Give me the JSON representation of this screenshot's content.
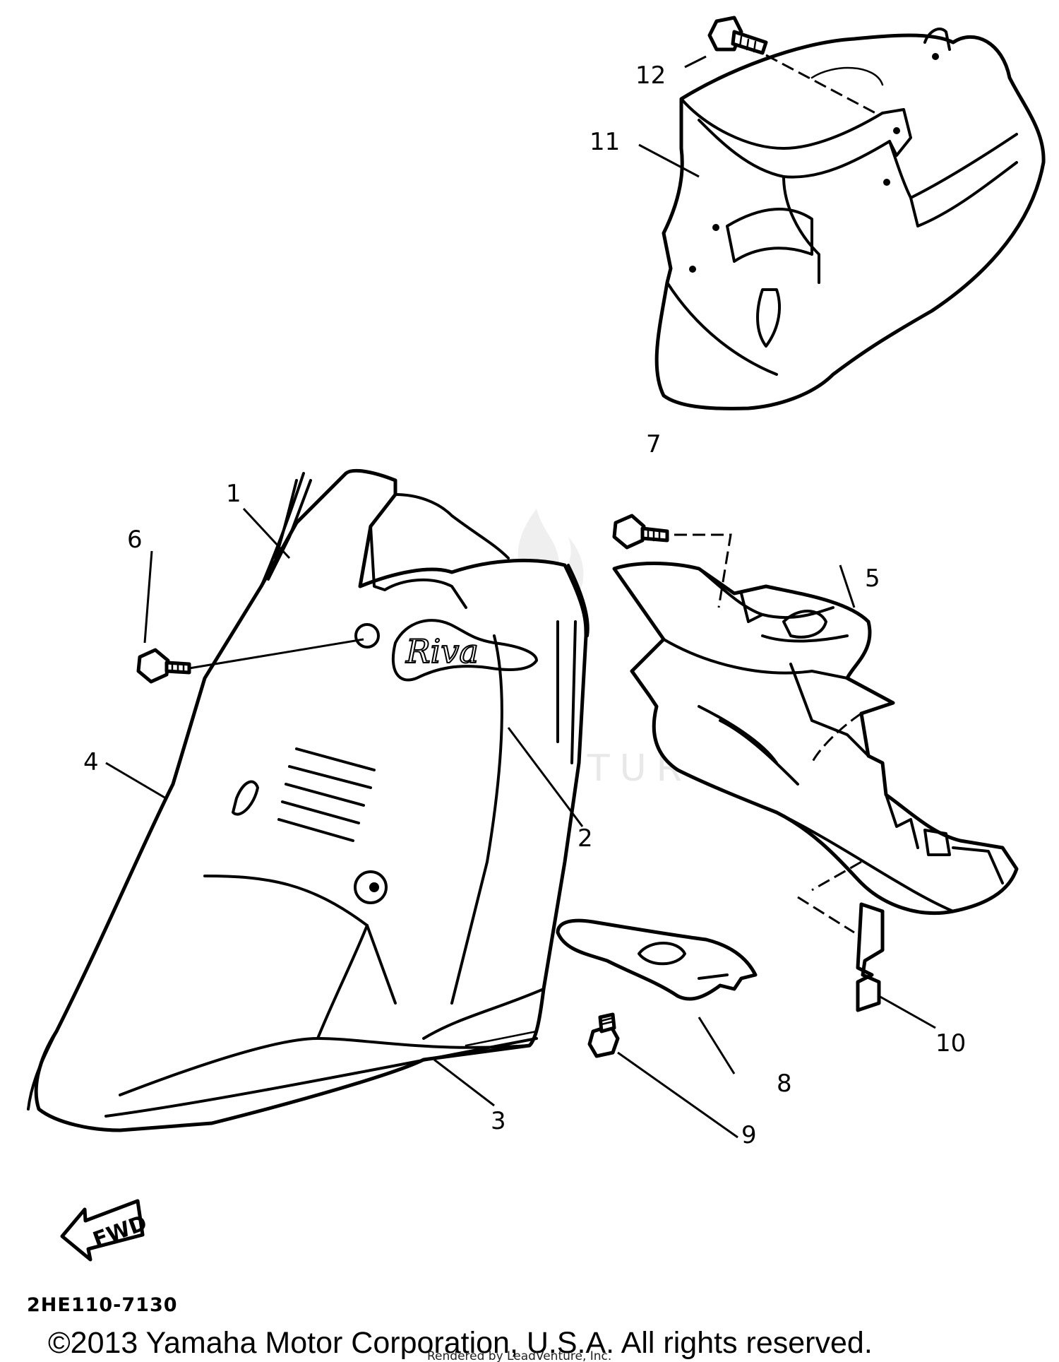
{
  "diagram": {
    "callouts": [
      "1",
      "2",
      "3",
      "4",
      "5",
      "6",
      "7",
      "8",
      "9",
      "10",
      "11",
      "12"
    ],
    "arrow_label": "FWD",
    "diagram_code": "2HE110-7130",
    "copyright": "©2013 Yamaha Motor Corporation, U.S.A. All rights reserved.",
    "rendered_by": "Rendered by LeadVenture, Inc.",
    "watermark": "LEADVENTURE",
    "emblem_script": "Riva"
  }
}
